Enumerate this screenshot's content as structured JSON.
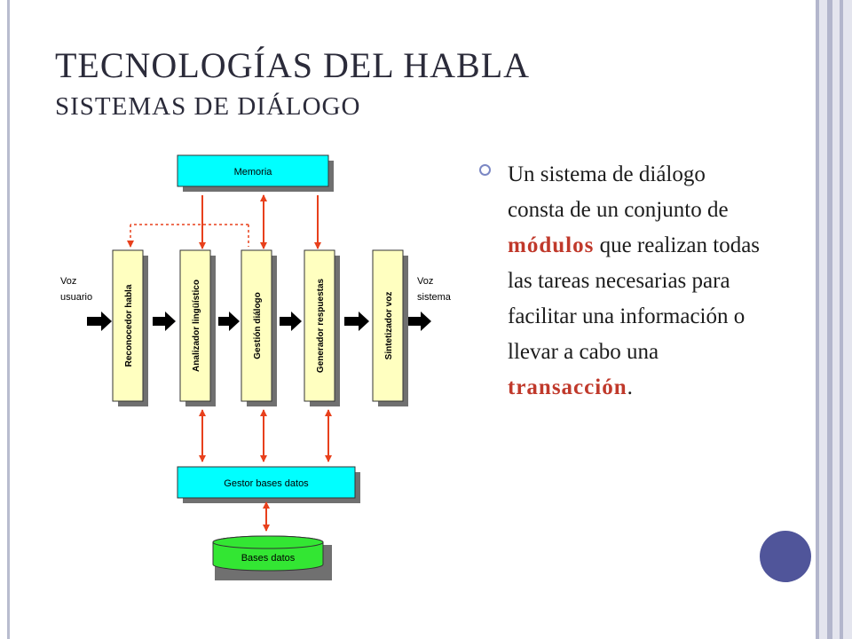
{
  "slide": {
    "title": "TECNOLOGÍAS DEL HABLA",
    "subtitle": "SISTEMAS DE DIÁLOGO"
  },
  "bullet": {
    "text_1": "Un sistema de diálogo consta de un conjunto de ",
    "highlight_1": "módulos",
    "text_2": " que realizan todas las tareas necesarias para facilitar una información o llevar a cabo una ",
    "highlight_2": "transacción",
    "text_3": "."
  },
  "diagram": {
    "memoria": "Memoria",
    "gestor": "Gestor bases datos",
    "bases": "Bases datos",
    "voz_usuario_1": "Voz",
    "voz_usuario_2": "usuario",
    "voz_sistema_1": "Voz",
    "voz_sistema_2": "sistema",
    "modules": [
      "Reconocedor habla",
      "Analizador lingüístico",
      "Gestión diálogo",
      "Generador respuestas",
      "Sintetizador voz"
    ]
  },
  "colors": {
    "title": "#2b2b3a",
    "highlight": "#c0392b",
    "cyan_box": "#00ffff",
    "yellow_box": "#ffffc0",
    "green_cylinder": "#33e633",
    "red_arrow": "#e8401c",
    "accent_circle": "#50559a"
  }
}
